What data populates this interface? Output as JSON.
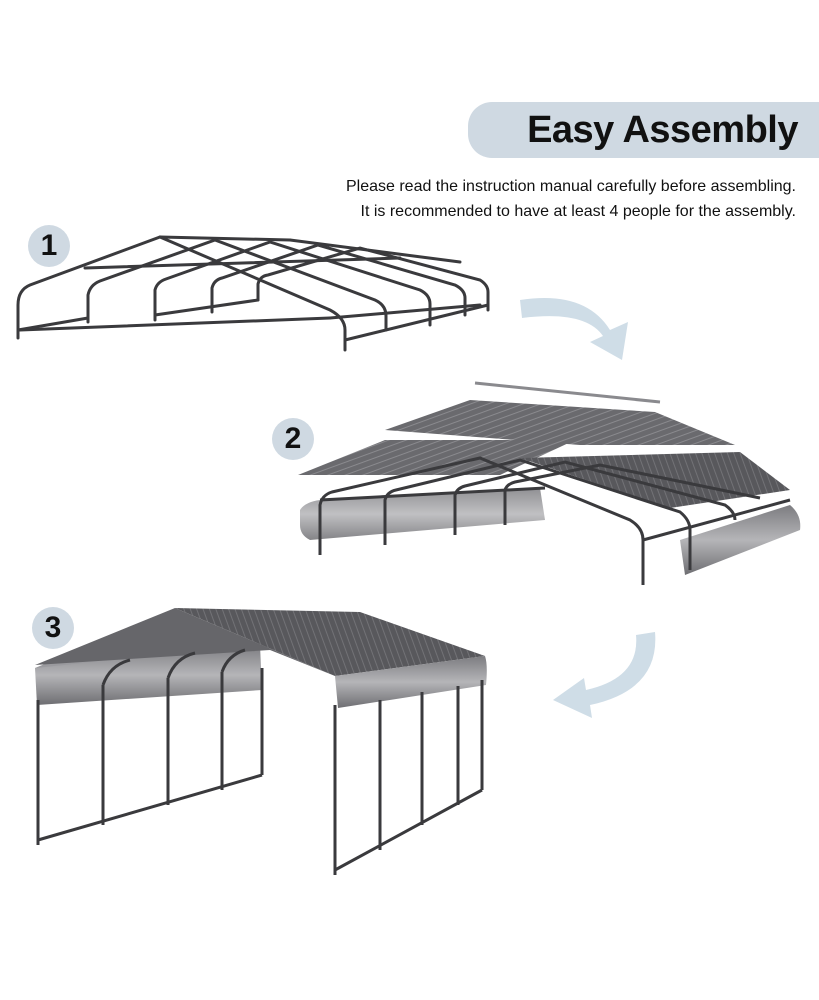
{
  "header": {
    "title": "Easy Assembly",
    "note_line1": "Please read the instruction manual carefully before assembling.",
    "note_line2": "It is recommended to have at least 4 people for the assembly."
  },
  "steps": [
    {
      "number": "1"
    },
    {
      "number": "2"
    },
    {
      "number": "3"
    }
  ],
  "colors": {
    "badge": "#cfd9e2",
    "frame": "#3a3a3d",
    "roof": "#5a5a5e",
    "arrow": "#cfdde7"
  },
  "icons": [
    "curved-arrow-icon",
    "curved-arrow-icon"
  ]
}
